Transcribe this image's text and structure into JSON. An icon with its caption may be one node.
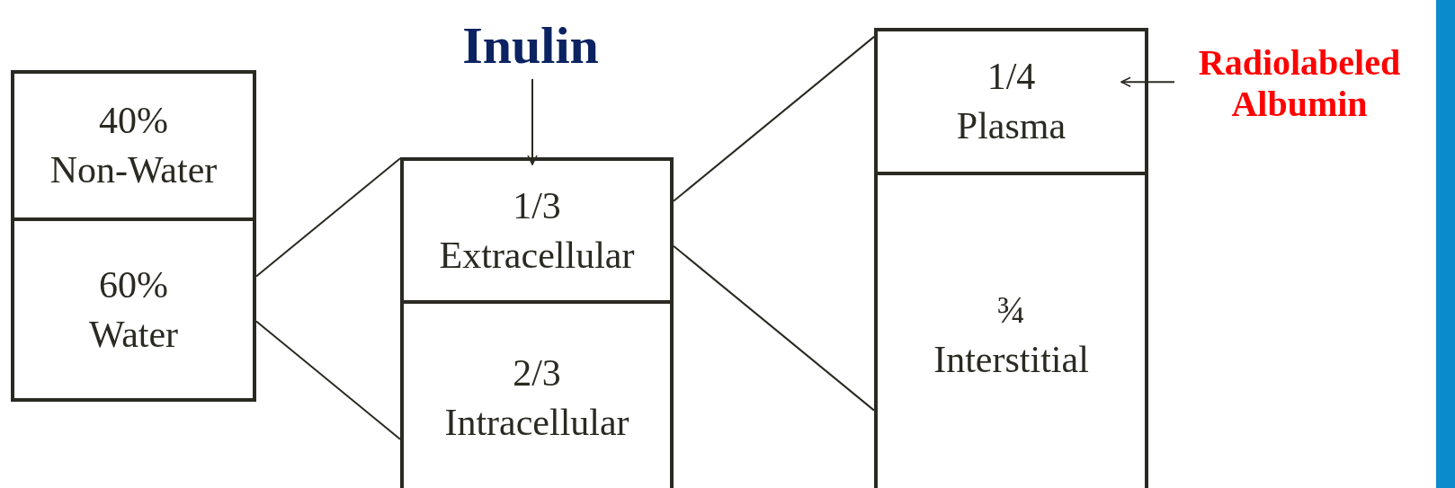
{
  "diagram": {
    "nodes": [
      {
        "text": [],
        "shape": "box"
      },
      {
        "text": [
          "40%",
          "Non-Water"
        ],
        "in": 0
      },
      {
        "text": [
          "60%",
          "Water"
        ],
        "in": 0
      },
      {
        "text": [
          "Inulin"
        ]
      },
      {
        "text": [],
        "shape": "box"
      },
      {
        "text": [
          "1/3",
          "Extracellular"
        ],
        "in": 4
      },
      {
        "text": [
          "2/3",
          "Intracellular"
        ],
        "in": 4
      },
      {
        "text": [],
        "shape": "box"
      },
      {
        "text": [
          "1/4",
          "Plasma"
        ],
        "in": 7
      },
      {
        "text": [
          "¾",
          "Interstitial"
        ],
        "in": 7
      },
      {
        "text": [
          "Radiolabeled Albumin"
        ]
      },
      {
        "text": [],
        "shape": "bar"
      }
    ],
    "edges": [
      {
        "from": 2,
        "to": 4,
        "arrow": "none"
      },
      {
        "from": 2,
        "to": 4,
        "arrow": "none"
      },
      {
        "from": 3,
        "to": 5,
        "arrow": "to"
      },
      {
        "from": 5,
        "to": 7,
        "arrow": "none"
      },
      {
        "from": 5,
        "to": 7,
        "arrow": "none"
      },
      {
        "from": 10,
        "to": 8,
        "arrow": "to"
      }
    ]
  }
}
